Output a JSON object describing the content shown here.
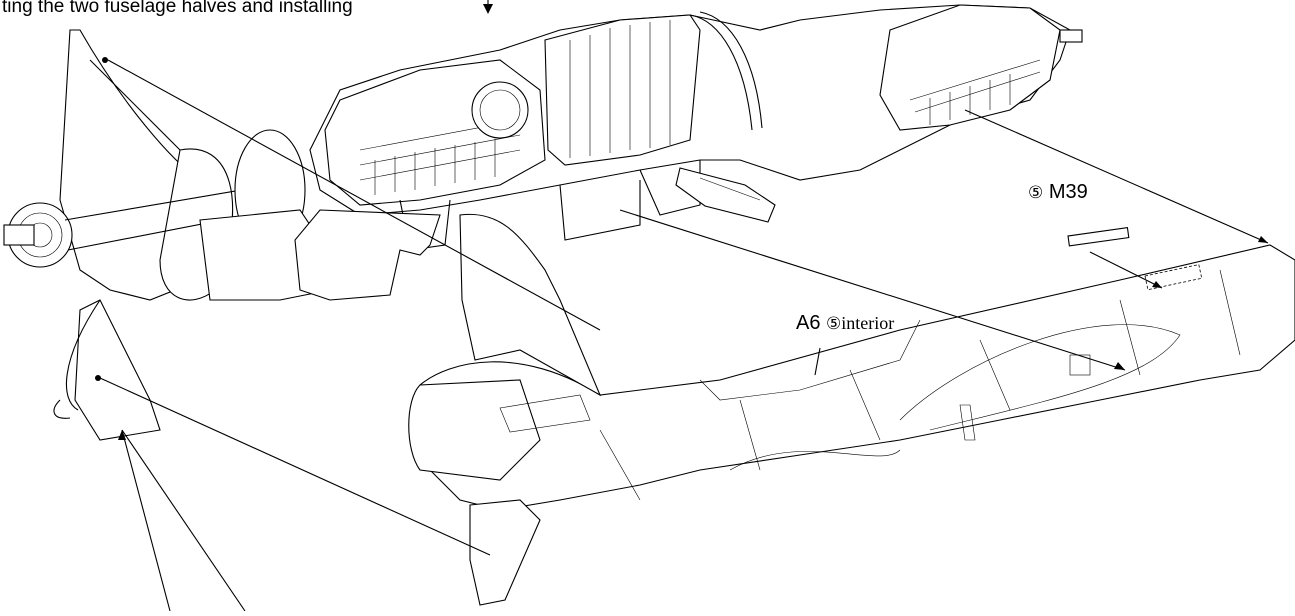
{
  "caption": "ting the two fuselage halves and installing",
  "labels": {
    "m39_step": "⑤",
    "m39_part": "M39",
    "a6_part": "A6",
    "a6_step": "⑤",
    "a6_note": "interior"
  }
}
